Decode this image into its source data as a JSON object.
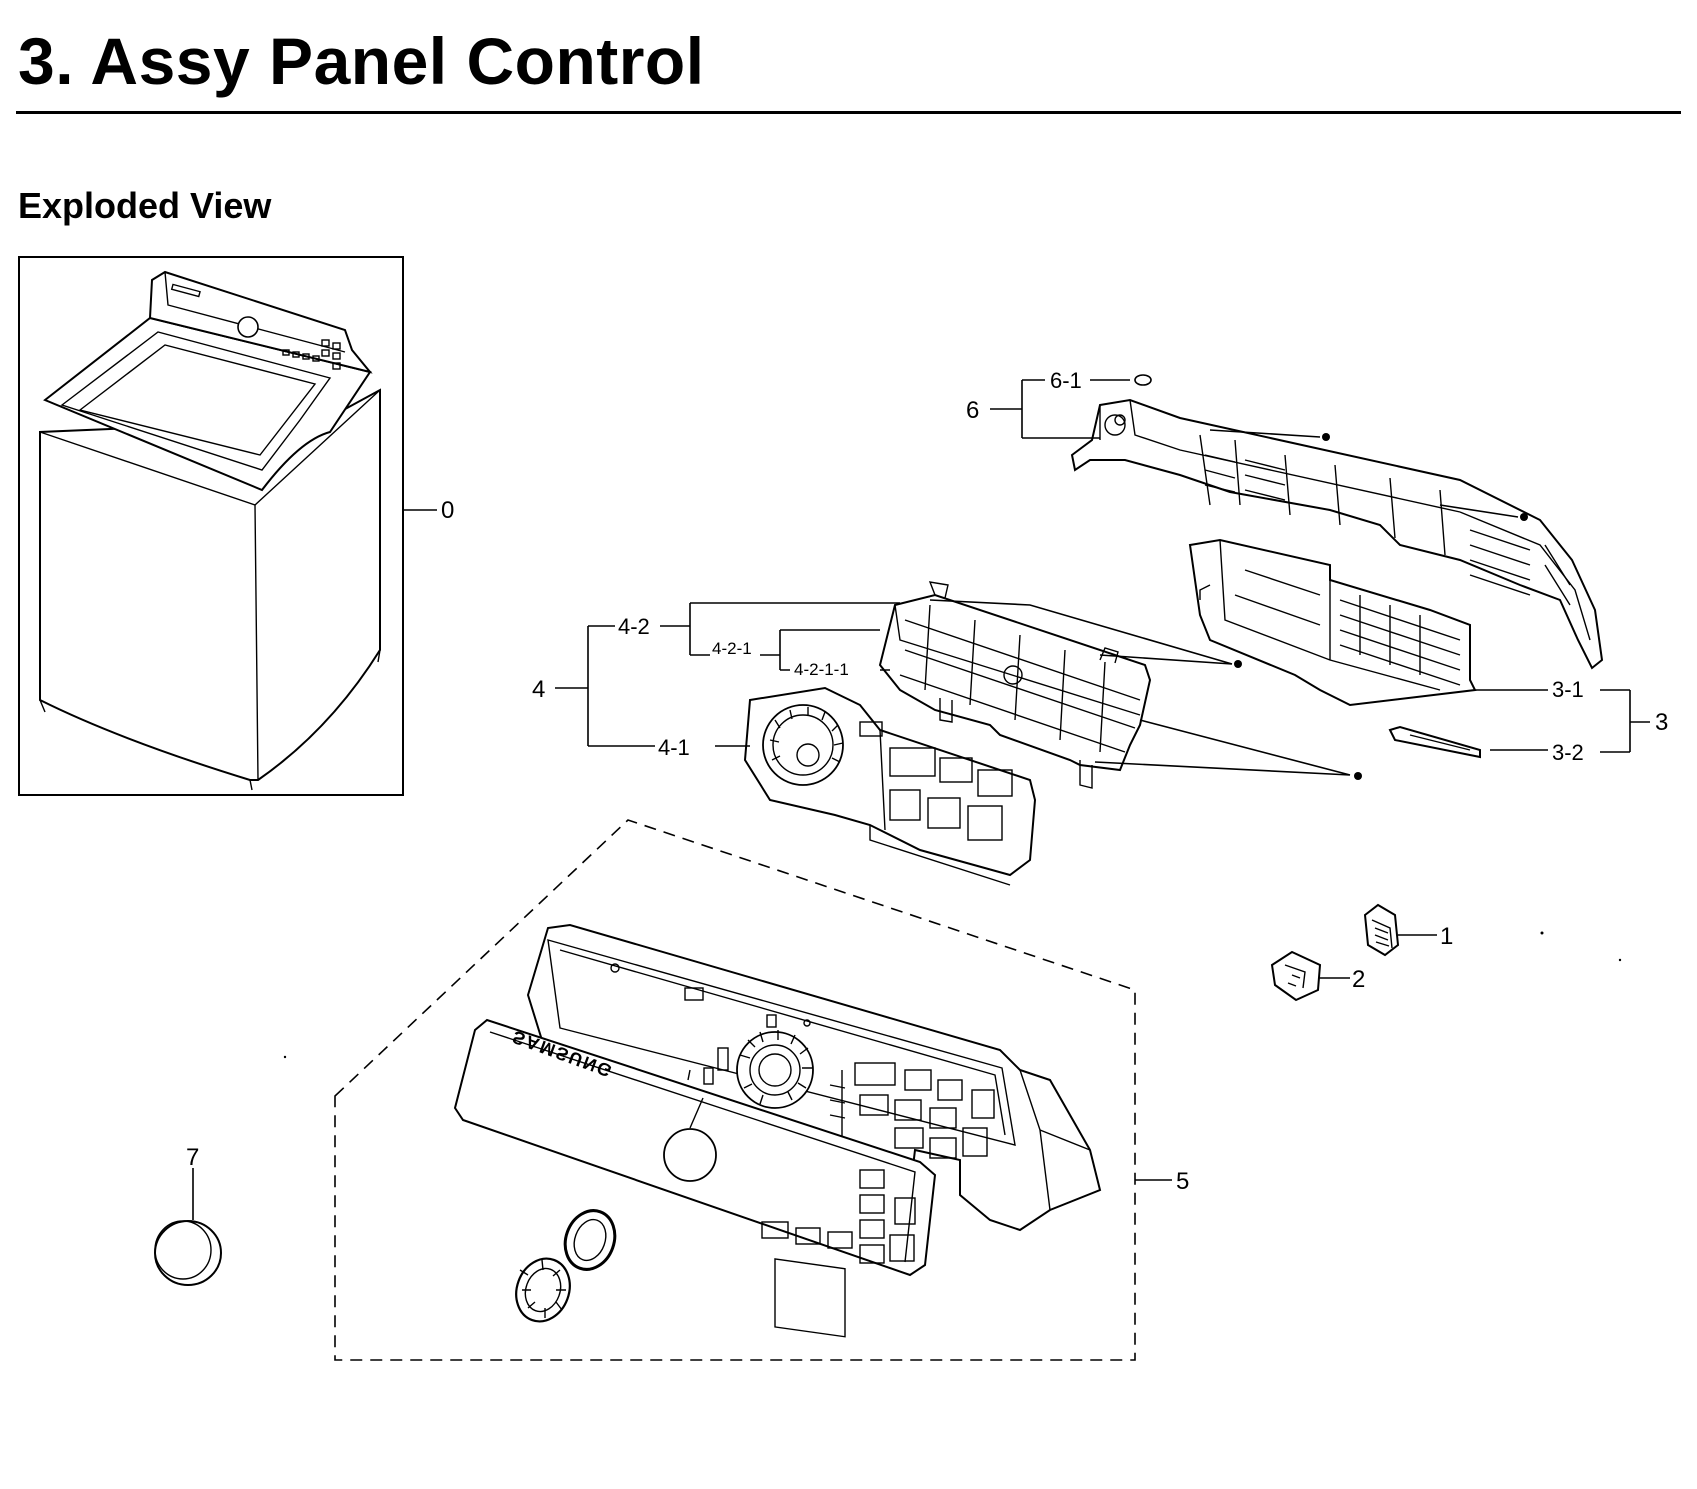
{
  "header": {
    "title": "3.  Assy Panel Control",
    "subtitle": "Exploded View"
  },
  "diagram": {
    "brand_mark": "SAMSUNG",
    "callouts": {
      "c0": "0",
      "c1": "1",
      "c2": "2",
      "c3": "3",
      "c3_1": "3-1",
      "c3_2": "3-2",
      "c4": "4",
      "c4_1": "4-1",
      "c4_2": "4-2",
      "c4_2_1": "4-2-1",
      "c4_2_1_1": "4-2-1-1",
      "c5": "5",
      "c6": "6",
      "c6_1": "6-1",
      "c7": "7"
    }
  }
}
